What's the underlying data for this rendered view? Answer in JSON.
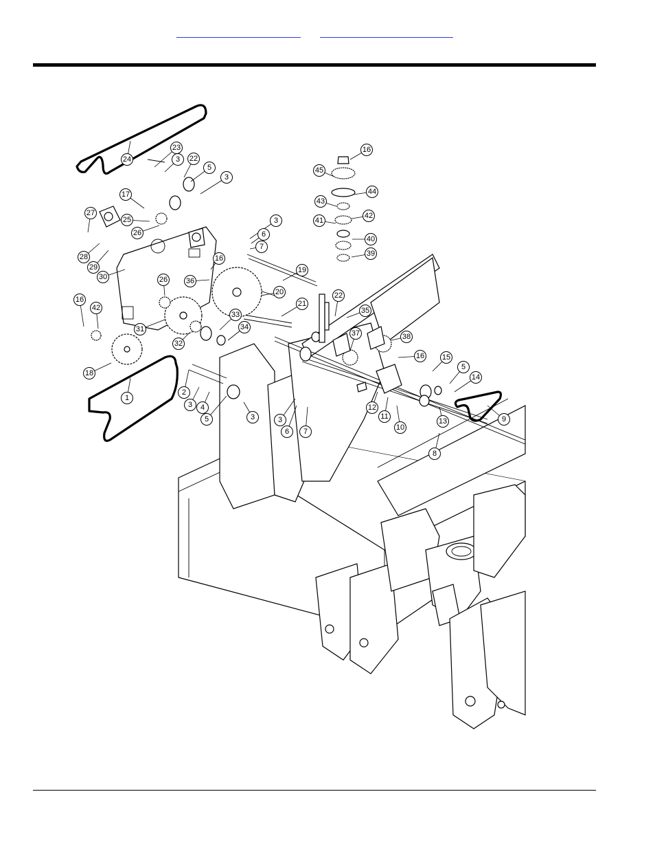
{
  "header": {
    "links": [
      {
        "label": ""
      },
      {
        "label": ""
      }
    ]
  },
  "diagram": {
    "callouts": [
      {
        "id": "c24",
        "label": "24"
      },
      {
        "id": "c23",
        "label": "23"
      },
      {
        "id": "c3a",
        "label": "3"
      },
      {
        "id": "c22a",
        "label": "22"
      },
      {
        "id": "c5a",
        "label": "5"
      },
      {
        "id": "c3b",
        "label": "3"
      },
      {
        "id": "c17",
        "label": "17"
      },
      {
        "id": "c27",
        "label": "27"
      },
      {
        "id": "c25",
        "label": "25"
      },
      {
        "id": "c26a",
        "label": "26"
      },
      {
        "id": "c28",
        "label": "28"
      },
      {
        "id": "c29",
        "label": "29"
      },
      {
        "id": "c30",
        "label": "30"
      },
      {
        "id": "c3c",
        "label": "3"
      },
      {
        "id": "c6a",
        "label": "6"
      },
      {
        "id": "c7a",
        "label": "7"
      },
      {
        "id": "c16a",
        "label": "16"
      },
      {
        "id": "c36",
        "label": "36"
      },
      {
        "id": "c26b",
        "label": "26"
      },
      {
        "id": "c19",
        "label": "19"
      },
      {
        "id": "c20",
        "label": "20"
      },
      {
        "id": "c21",
        "label": "21"
      },
      {
        "id": "c16b",
        "label": "16"
      },
      {
        "id": "c42a",
        "label": "42"
      },
      {
        "id": "c31",
        "label": "31"
      },
      {
        "id": "c33",
        "label": "33"
      },
      {
        "id": "c32",
        "label": "32"
      },
      {
        "id": "c34",
        "label": "34"
      },
      {
        "id": "c18",
        "label": "18"
      },
      {
        "id": "c1",
        "label": "1"
      },
      {
        "id": "c16c",
        "label": "16"
      },
      {
        "id": "c45",
        "label": "45"
      },
      {
        "id": "c44",
        "label": "44"
      },
      {
        "id": "c43",
        "label": "43"
      },
      {
        "id": "c42b",
        "label": "42"
      },
      {
        "id": "c41",
        "label": "41"
      },
      {
        "id": "c40",
        "label": "40"
      },
      {
        "id": "c39",
        "label": "39"
      },
      {
        "id": "c22b",
        "label": "22"
      },
      {
        "id": "c35",
        "label": "35"
      },
      {
        "id": "c37",
        "label": "37"
      },
      {
        "id": "c38",
        "label": "38"
      },
      {
        "id": "c16d",
        "label": "16"
      },
      {
        "id": "c15",
        "label": "15"
      },
      {
        "id": "c5b",
        "label": "5"
      },
      {
        "id": "c14",
        "label": "14"
      },
      {
        "id": "c2",
        "label": "2"
      },
      {
        "id": "c3d",
        "label": "3"
      },
      {
        "id": "c4",
        "label": "4"
      },
      {
        "id": "c5c",
        "label": "5"
      },
      {
        "id": "c3e",
        "label": "3"
      },
      {
        "id": "c3f",
        "label": "3"
      },
      {
        "id": "c6b",
        "label": "6"
      },
      {
        "id": "c7b",
        "label": "7"
      },
      {
        "id": "c12",
        "label": "12"
      },
      {
        "id": "c11",
        "label": "11"
      },
      {
        "id": "c10",
        "label": "10"
      },
      {
        "id": "c13",
        "label": "13"
      },
      {
        "id": "c9",
        "label": "9"
      },
      {
        "id": "c8",
        "label": "8"
      }
    ]
  }
}
